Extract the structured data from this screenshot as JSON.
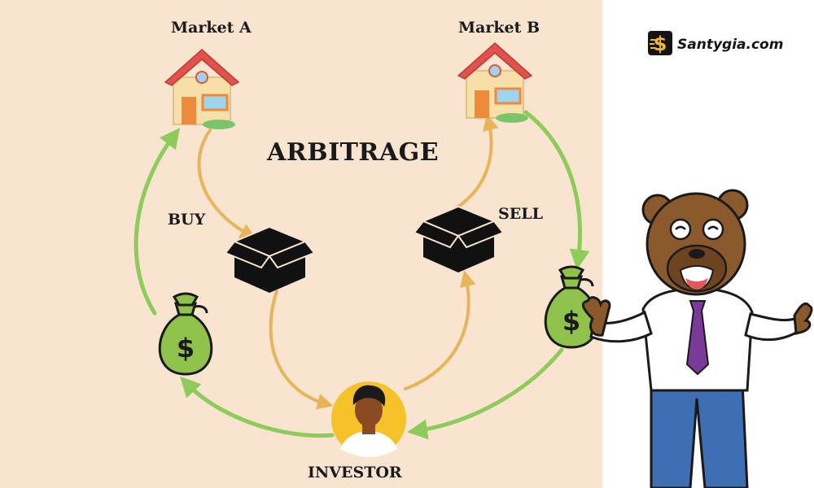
{
  "diagram": {
    "title": "ARBITRAGE",
    "nodes": {
      "market_a": "Market A",
      "market_b": "Market B",
      "investor": "INVESTOR"
    },
    "edge_labels": {
      "buy": "BUY",
      "sell": "SELL"
    },
    "icons": [
      "house-icon",
      "house-icon",
      "box-icon",
      "box-icon",
      "money-bag-icon",
      "money-bag-icon",
      "investor-avatar-icon",
      "bear-mascot-icon"
    ],
    "flows": [
      {
        "from": "market_a",
        "to": "box_buy",
        "label": "buy",
        "color": "#e8b45a"
      },
      {
        "from": "box_buy",
        "to": "investor",
        "color": "#e8b45a"
      },
      {
        "from": "investor",
        "to": "box_sell",
        "color": "#e8b45a"
      },
      {
        "from": "box_sell",
        "to": "market_b",
        "label": "sell",
        "color": "#e8b45a"
      },
      {
        "from": "market_b",
        "to": "money_bag_right",
        "color": "#8dcc5a"
      },
      {
        "from": "money_bag_right",
        "to": "investor",
        "color": "#8dcc5a"
      },
      {
        "from": "investor",
        "to": "money_bag_left",
        "color": "#8dcc5a"
      },
      {
        "from": "money_bag_left",
        "to": "market_a",
        "color": "#8dcc5a"
      }
    ]
  },
  "brand": {
    "name": "Santygia.com",
    "icon": "dollar-logo-icon",
    "badge_color": "#141414",
    "accent_color": "#f2b631"
  },
  "colors": {
    "background_left": "#f9e4cf",
    "background_right": "#ffffff",
    "goods_flow": "#e8b45a",
    "money_flow": "#8dcc5a",
    "money_bag": "#8ec24b",
    "roof": "#e0524a",
    "house_wall": "#f6dfa8"
  }
}
